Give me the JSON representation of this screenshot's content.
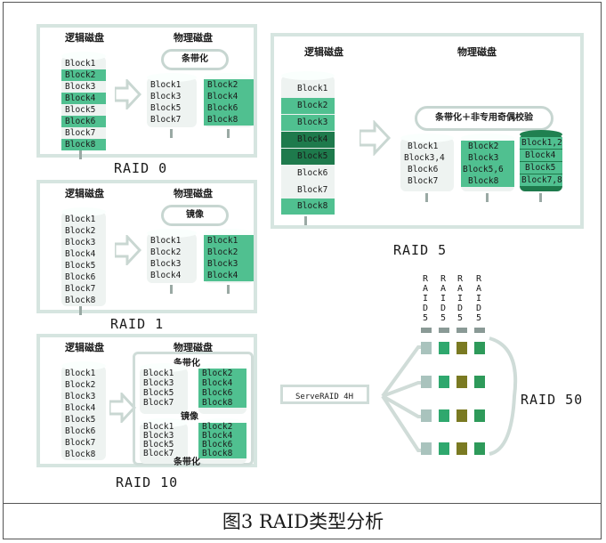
{
  "caption": "图3 RAID类型分析",
  "headers": {
    "logical": "逻辑磁盘",
    "physical": "物理磁盘"
  },
  "raid0": {
    "label": "RAID 0",
    "bubble": "条带化",
    "logical": [
      "Block1",
      "Block2",
      "Block3",
      "Block4",
      "Block5",
      "Block6",
      "Block7",
      "Block8"
    ],
    "disk1": [
      "Block1",
      "Block3",
      "Block5",
      "Block7"
    ],
    "disk2": [
      "Block2",
      "Block4",
      "Block6",
      "Block8"
    ]
  },
  "raid1": {
    "label": "RAID 1",
    "bubble": "镜像",
    "logical": [
      "Block1",
      "Block2",
      "Block3",
      "Block4",
      "Block5",
      "Block6",
      "Block7",
      "Block8"
    ],
    "disk1": [
      "Block1",
      "Block2",
      "Block3",
      "Block4"
    ],
    "disk2": [
      "Block1",
      "Block2",
      "Block3",
      "Block4"
    ]
  },
  "raid10": {
    "label": "RAID 10",
    "bubble_top": "条带化",
    "bubble_mid": "镜像",
    "bubble_bottom": "条带化",
    "logical": [
      "Block1",
      "Block2",
      "Block3",
      "Block4",
      "Block5",
      "Block6",
      "Block7",
      "Block8"
    ],
    "top1": [
      "Block1",
      "Block3",
      "Block5",
      "Block7"
    ],
    "top2": [
      "Block2",
      "Block4",
      "Block6",
      "Block8"
    ],
    "bot1": [
      "Block1",
      "Block3",
      "Block5",
      "Block7"
    ],
    "bot2": [
      "Block2",
      "Block4",
      "Block6",
      "Block8"
    ]
  },
  "raid5": {
    "label": "RAID 5",
    "bubble": "条带化＋非专用奇偶校验",
    "logical": [
      "Block1",
      "Block2",
      "Block3",
      "Block4",
      "Block5",
      "Block6",
      "Block7",
      "Block8"
    ],
    "disk1": [
      "Block1",
      "Block3,4",
      "Block6",
      "Block7"
    ],
    "disk2": [
      "Block2",
      "Block3",
      "Block5,6",
      "Block8"
    ],
    "disk3": [
      "Block1,2",
      "Block4",
      "Block5",
      "Block7,8"
    ]
  },
  "raid50": {
    "label": "RAID 50",
    "controller": "ServeRAID 4H",
    "columns": [
      "RAID5",
      "RAID5",
      "RAID5",
      "RAID5"
    ],
    "colors": [
      "#a9c3bd",
      "#2fa86e",
      "#7a7a22",
      "#2e9a5a"
    ]
  }
}
